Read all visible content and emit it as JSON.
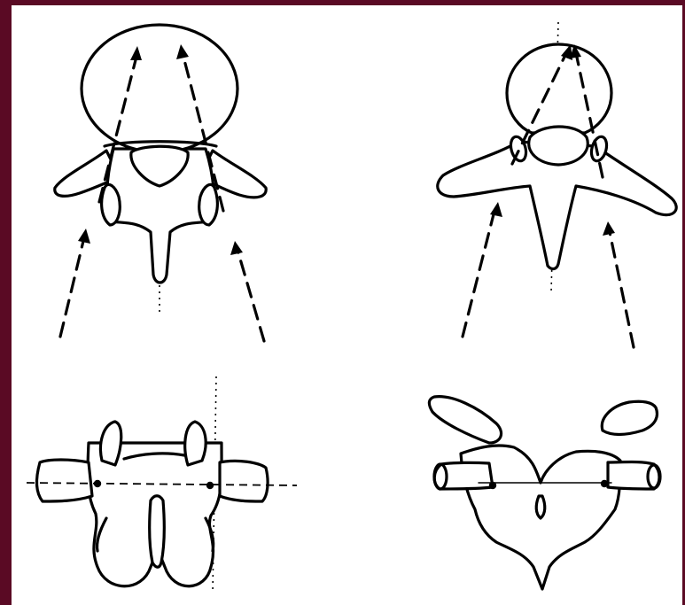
{
  "figure": {
    "colors": {
      "background": "#5a0a24",
      "paper": "#ffffff",
      "ink": "#000000"
    },
    "panels": [
      {
        "id": "lumbar-axial",
        "view": "axial"
      },
      {
        "id": "thoracic-axial",
        "view": "axial"
      },
      {
        "id": "lumbar-posterior",
        "view": "posterior"
      },
      {
        "id": "thoracic-posterior",
        "view": "posterior"
      }
    ]
  }
}
